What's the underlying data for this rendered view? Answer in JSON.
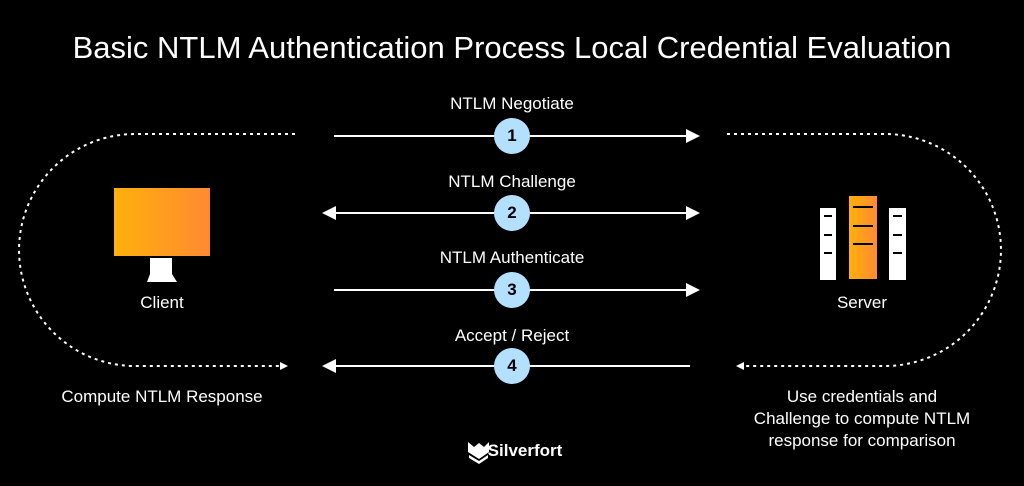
{
  "title": "Basic NTLM Authentication Process Local Credential Evaluation",
  "client": {
    "label": "Client",
    "note": "Compute NTLM Response"
  },
  "server": {
    "label": "Server",
    "note_lines": [
      "Use credentials and",
      "Challenge to compute NTLM",
      "response for comparison"
    ]
  },
  "steps": [
    {
      "number": "1",
      "label": "NTLM Negotiate",
      "direction": "to-server"
    },
    {
      "number": "2",
      "label": "NTLM Challenge",
      "direction": "both"
    },
    {
      "number": "3",
      "label": "NTLM Authenticate",
      "direction": "to-server"
    },
    {
      "number": "4",
      "label": "Accept / Reject",
      "direction": "to-client"
    }
  ],
  "brand": "Silverfort",
  "colors": {
    "step_circle": "#b3e0ff",
    "orange_start": "#ffb00a",
    "orange_end": "#ff8a33"
  }
}
